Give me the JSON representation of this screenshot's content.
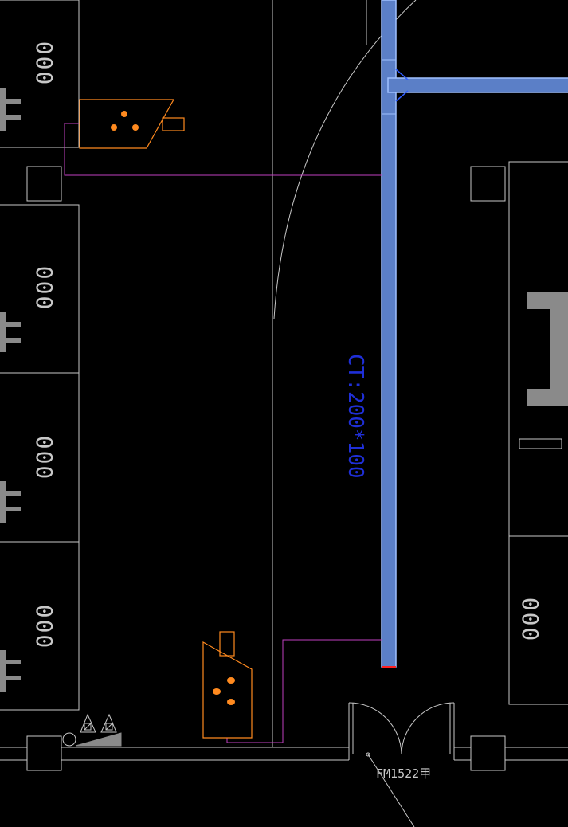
{
  "colors": {
    "background": "#000000",
    "outline": "#c8c8c8",
    "dim_gray": "#8a8a8a",
    "tray_fill": "#5b7fc7",
    "tray_edge": "#9fc0ff",
    "tray_label": "#1f2fd8",
    "fixture": "#ff8a1f",
    "wire": "#c040c0",
    "end_cap": "#ff2020"
  },
  "labels": {
    "tray_spec": "CT:200*100",
    "door_tag": "FM1522甲",
    "cabinet_code": "000"
  },
  "icons": {
    "door": "double-swing-door-icon",
    "fixture": "equipment-fixture-icon",
    "cabinet": "cabinet-icon"
  }
}
